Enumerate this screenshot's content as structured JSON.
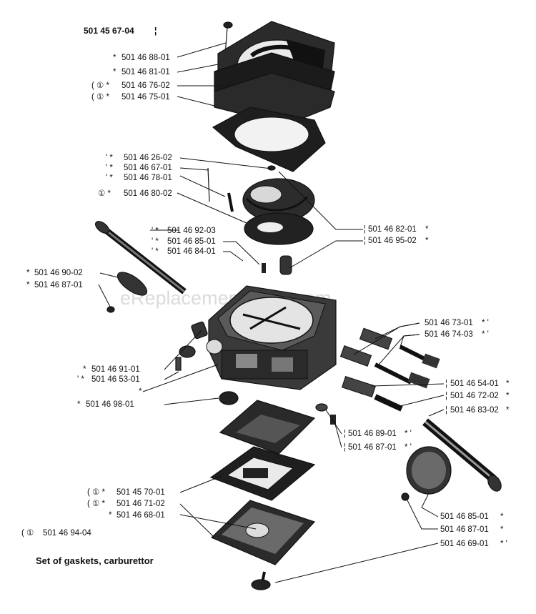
{
  "header_part_no": "501 45 67-04",
  "header_mark": "¦",
  "watermark": "eReplacementParts.com",
  "caption": "Set of gaskets, carburettor",
  "labels": {
    "l1": {
      "prefix": "*",
      "text": "501 46 88-01"
    },
    "l2": {
      "prefix": "*",
      "text": "501 46 81-01"
    },
    "l3": {
      "prefix": "( ① *",
      "text": "501 46 76-02"
    },
    "l4": {
      "prefix": "( ① *",
      "text": "501 46 75-01"
    },
    "l5": {
      "prefix": "' *",
      "text": "501 46 26-02"
    },
    "l6": {
      "prefix": "' *",
      "text": "501 46 67-01"
    },
    "l7": {
      "prefix": "' *",
      "text": "501 46 78-01"
    },
    "l8": {
      "prefix": "① *",
      "text": "501 46 80-02"
    },
    "l9": {
      "prefix": "' *",
      "text": "501 46 92-03"
    },
    "l10": {
      "prefix": "' *",
      "text": "501 46 85-01"
    },
    "l11": {
      "prefix": "' *",
      "text": "501 46 84-01"
    },
    "l12": {
      "prefix": "*",
      "text": "501 46 90-02"
    },
    "l13": {
      "prefix": "*",
      "text": "501 46 87-01"
    },
    "l14": {
      "prefix": "*",
      "text": "501 46 91-01"
    },
    "l15": {
      "prefix": "' *",
      "text": "501 46 53-01"
    },
    "l16": {
      "prefix": "*",
      "text": ""
    },
    "l17": {
      "prefix": "*",
      "text": "501 46 98-01"
    },
    "l18": {
      "prefix": "( ① *",
      "text": "501 45 70-01"
    },
    "l19": {
      "prefix": "( ① *",
      "text": "501 46 71-02"
    },
    "l20": {
      "prefix": "*",
      "text": "501 46 68-01"
    },
    "l21": {
      "prefix": "( ①",
      "text": "501 46 94-04"
    },
    "r1": {
      "prefix": "¦",
      "text": "501 46 82-01",
      "suffix": "*"
    },
    "r2": {
      "prefix": "¦",
      "text": "501 46 95-02",
      "suffix": "*"
    },
    "r3": {
      "text": "501 46 73-01",
      "suffix": "* '"
    },
    "r4": {
      "text": "501 46 74-03",
      "suffix": "* '"
    },
    "r5": {
      "prefix": "¦",
      "text": "501 46 54-01",
      "suffix": "*"
    },
    "r6": {
      "prefix": "¦",
      "text": "501 46 72-02",
      "suffix": "*"
    },
    "r7": {
      "prefix": "¦",
      "text": "501 46 83-02",
      "suffix": "*"
    },
    "r8": {
      "prefix": "¦",
      "text": "501 46 89-01",
      "suffix": "* '"
    },
    "r9": {
      "prefix": "¦",
      "text": "501 46 87-01",
      "suffix": "* '"
    },
    "r10": {
      "text": "501 46 85-01",
      "suffix": "*"
    },
    "r11": {
      "text": "501 46 87-01",
      "suffix": "*"
    },
    "r12": {
      "text": "501 46 69-01",
      "suffix": "* '"
    }
  }
}
